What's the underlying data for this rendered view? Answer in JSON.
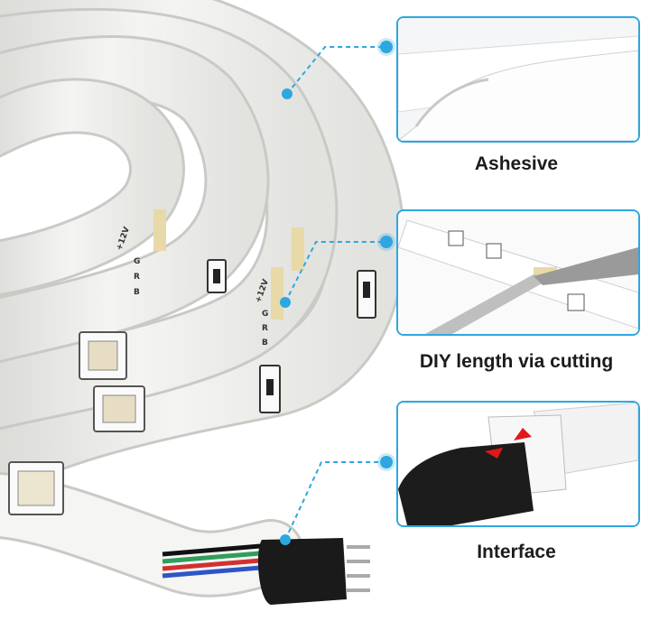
{
  "features": [
    {
      "caption": "Ashesive",
      "icon": "adhesive-tape-icon"
    },
    {
      "caption": "DIY length via cutting",
      "icon": "scissors-icon"
    },
    {
      "caption": "Interface",
      "icon": "connector-icon"
    }
  ],
  "strip_markings": [
    "+12V",
    "G",
    "R",
    "B"
  ],
  "colors": {
    "accent": "#2ea7e0",
    "strip": "#f2f2f0",
    "led_gold": "#e8d9a8",
    "connector": "#1a1a1a"
  }
}
